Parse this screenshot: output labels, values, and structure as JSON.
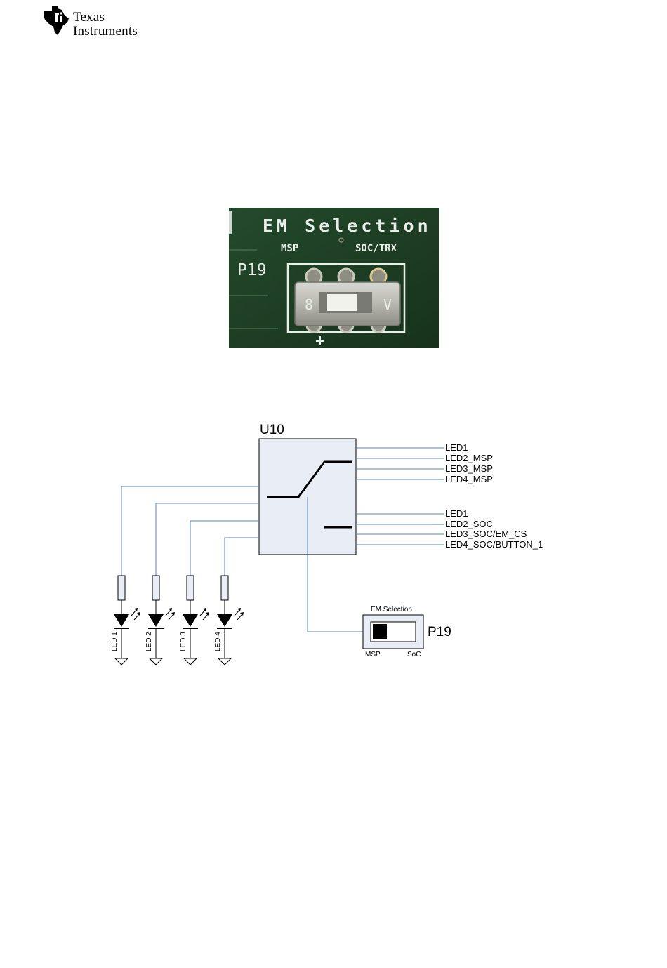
{
  "logo": {
    "brand_line1": "Texas",
    "brand_line2": "Instruments"
  },
  "photo": {
    "silkscreen_title": "EM Selection",
    "label_left": "MSP",
    "label_right": "SOC/TRX",
    "connector_label": "P19"
  },
  "schematic": {
    "ic_label": "U10",
    "msp_outputs": [
      "LED1",
      "LED2_MSP",
      "LED3_MSP",
      "LED4_MSP"
    ],
    "soc_outputs": [
      "LED1",
      "LED2_SOC",
      "LED3_SOC/EM_CS",
      "LED4_SOC/BUTTON_1"
    ],
    "leds": [
      "LED 1",
      "LED 2",
      "LED 3",
      "LED 4"
    ],
    "switch": {
      "title": "EM Selection",
      "label": "P19",
      "left": "MSP",
      "right": "SoC"
    }
  },
  "colors": {
    "wire": "#5b86b6",
    "ic_fill": "#e9edf6",
    "pcb_green": "#1f3e25"
  }
}
